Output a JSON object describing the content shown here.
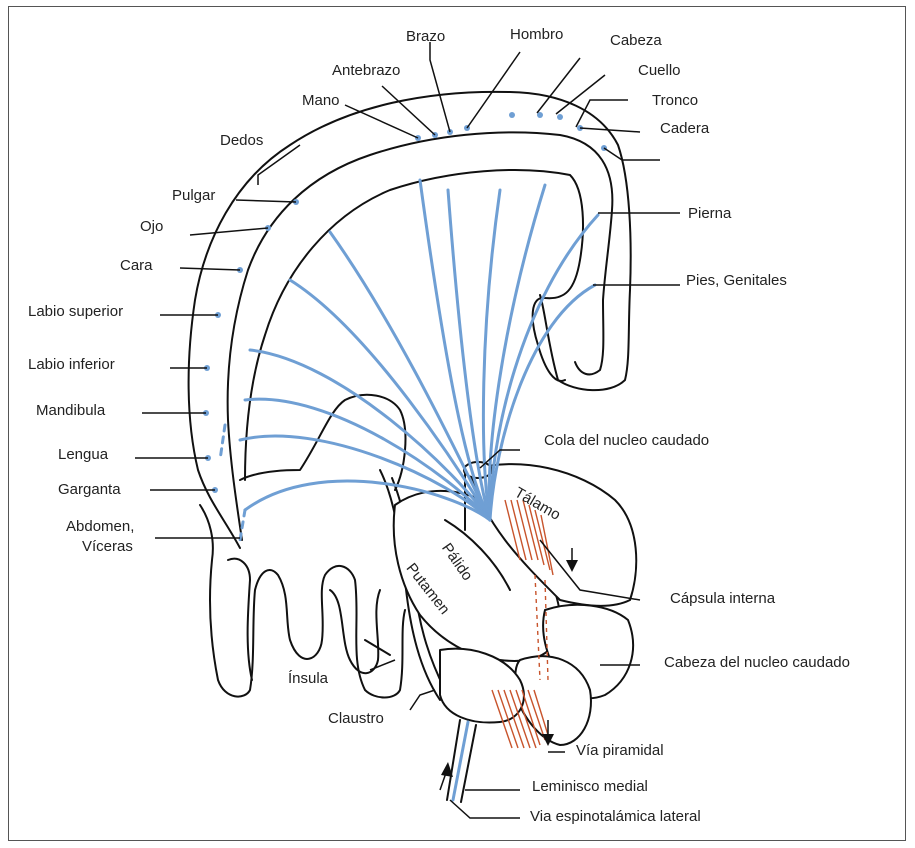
{
  "labels": {
    "brazo": "Brazo",
    "hombro": "Hombro",
    "cabeza": "Cabeza",
    "cuello": "Cuello",
    "tronco": "Tronco",
    "cadera": "Cadera",
    "antebrazo": "Antebrazo",
    "mano": "Mano",
    "dedos": "Dedos",
    "pulgar": "Pulgar",
    "ojo": "Ojo",
    "cara": "Cara",
    "labio_superior": "Labio superior",
    "labio_inferior": "Labio inferior",
    "mandibula": "Mandibula",
    "lengua": "Lengua",
    "garganta": "Garganta",
    "abdomen_1": "Abdomen,",
    "abdomen_2": "Víceras",
    "pierna": "Pierna",
    "pies_genitales": "Pies, Genitales",
    "cola_nucleo": "Cola del nucleo caudado",
    "capsula": "Cápsula interna",
    "cabeza_nucleo": "Cabeza del nucleo caudado",
    "via_piramidal": "Vía piramidal",
    "leminisco": "Leminisco medial",
    "via_espino": "Via espinotalámica lateral",
    "insula": "Ínsula",
    "claustro": "Claustro",
    "talamo": "Tálamo",
    "palido": "Pálido",
    "putamen": "Putamen"
  },
  "colors": {
    "fiber": "#6f9fd4",
    "pyramidal": "#c8542c",
    "outline": "#111111"
  }
}
